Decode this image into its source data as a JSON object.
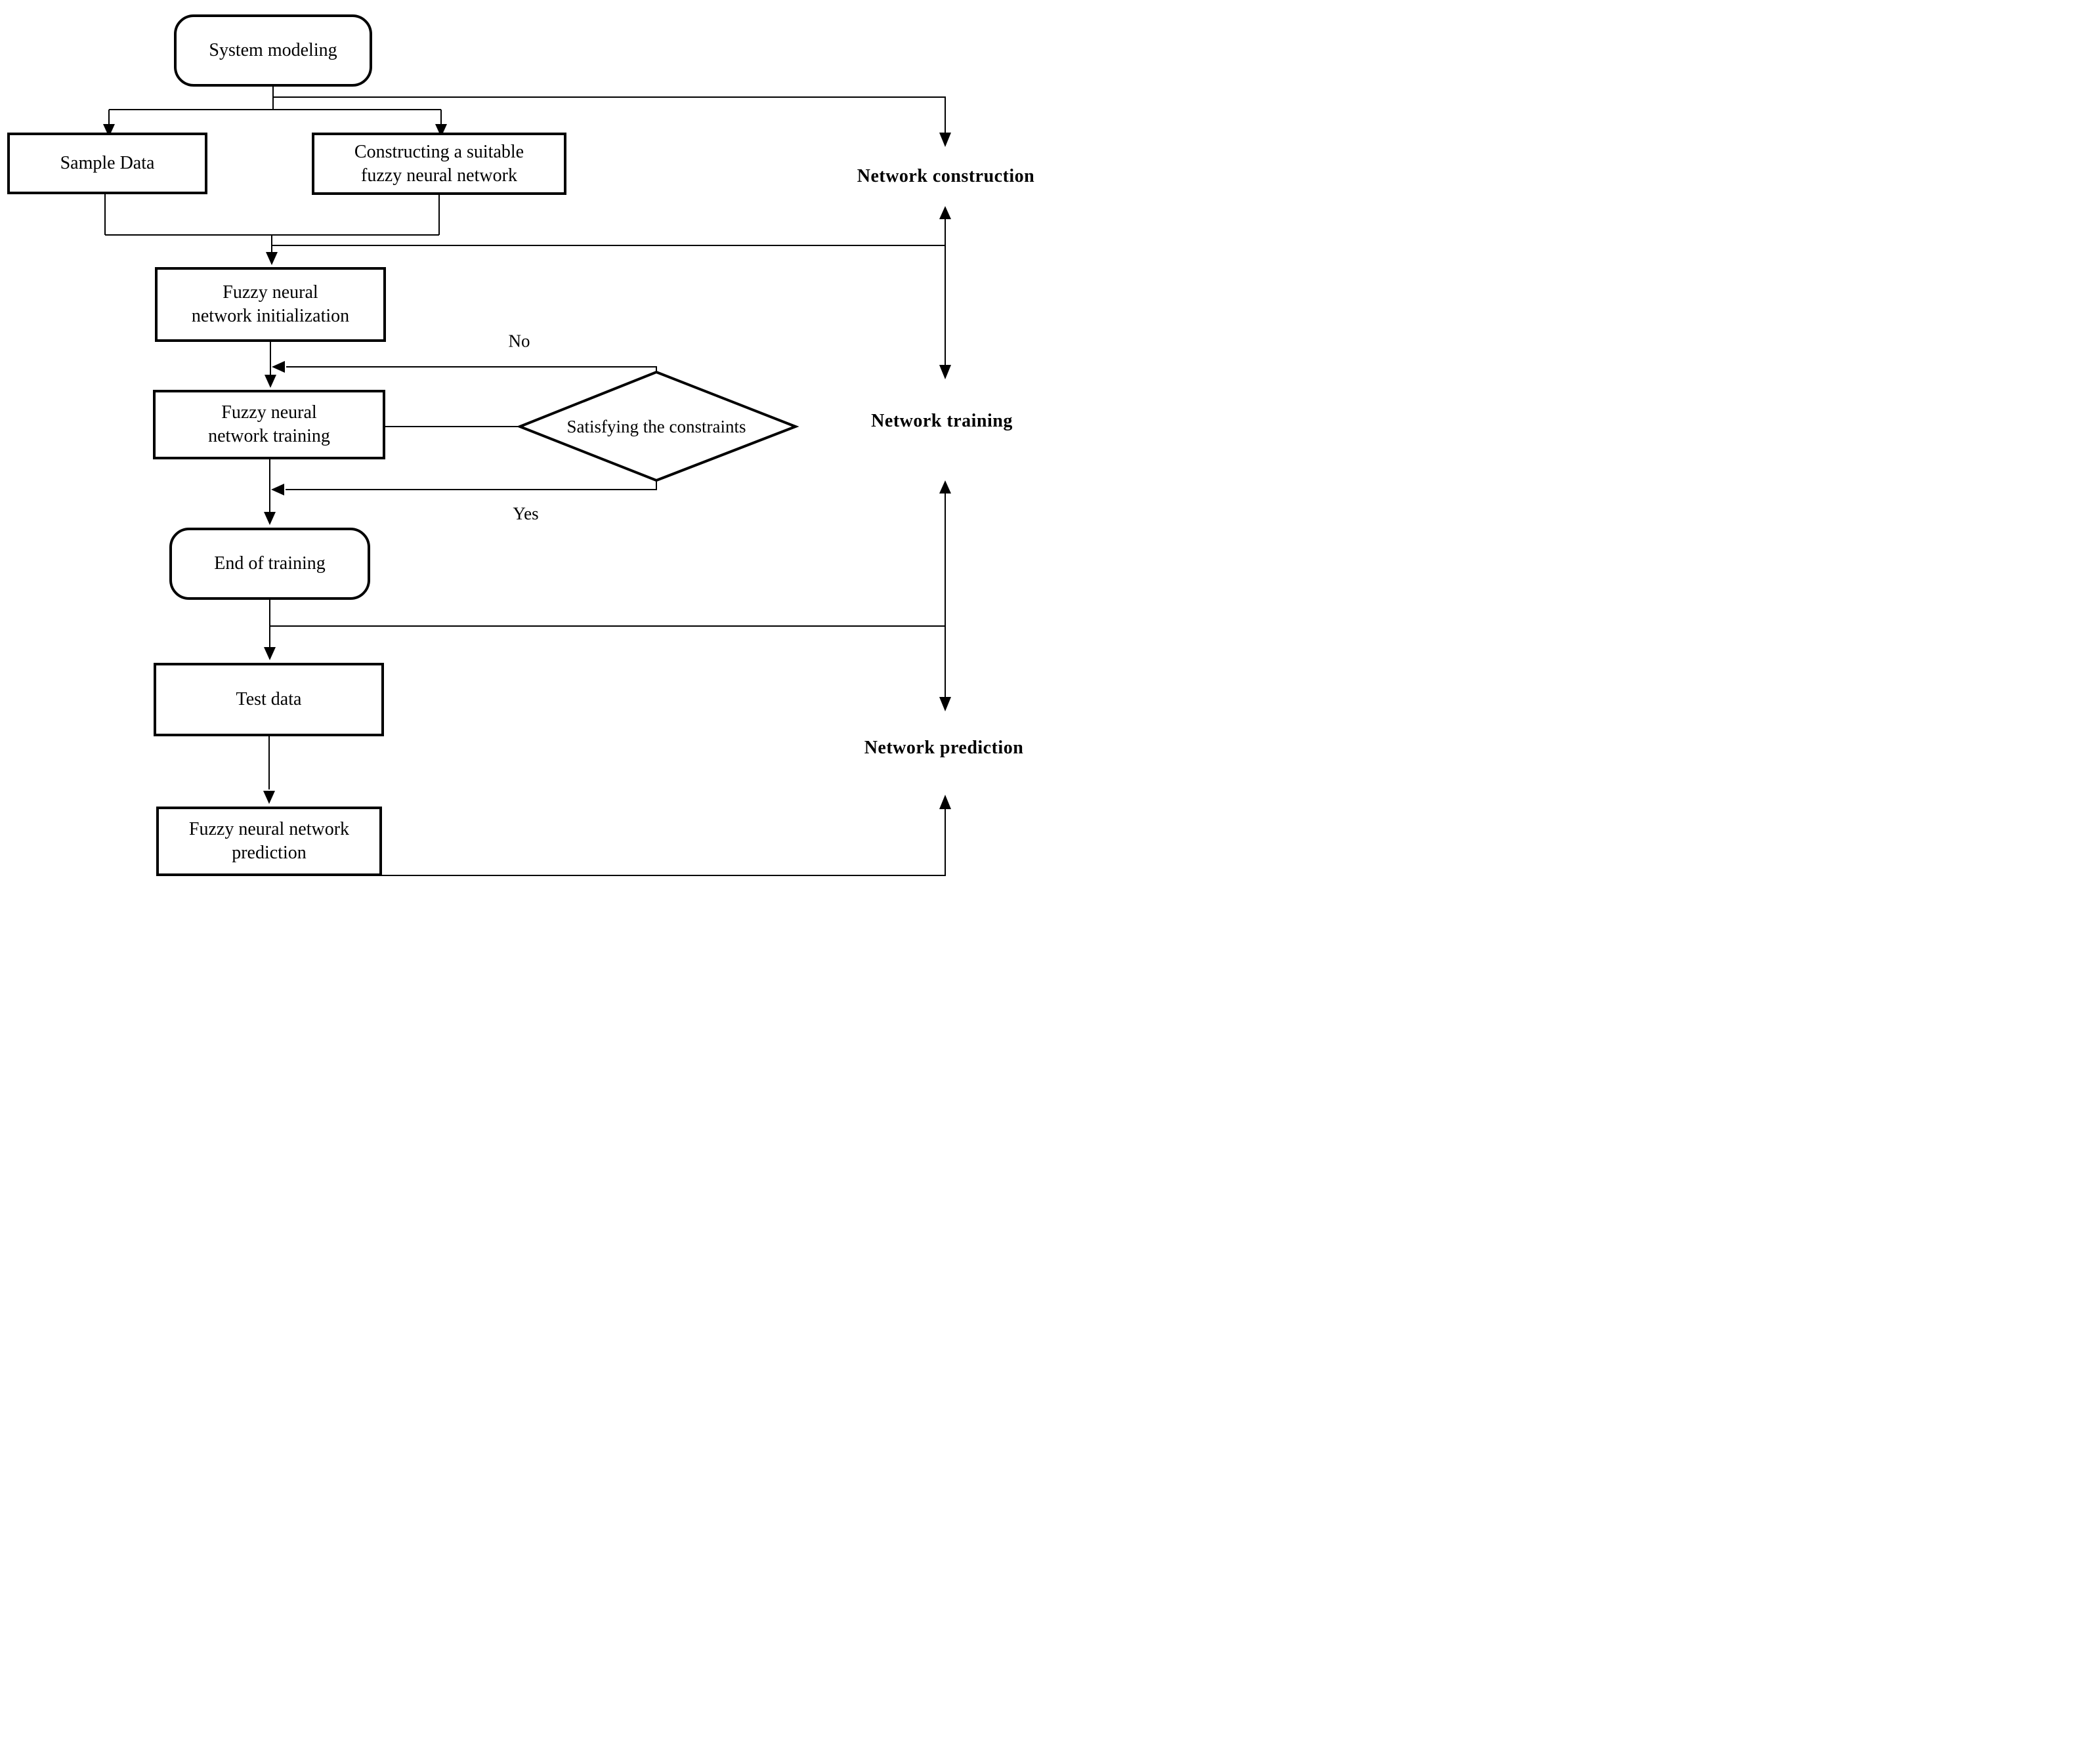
{
  "nodes": {
    "system_modeling": {
      "label": "System modeling",
      "lines": [
        "System modeling"
      ]
    },
    "sample_data": {
      "label": "Sample Data",
      "lines": [
        "Sample Data"
      ]
    },
    "construct_fnn": {
      "label": "Constructing a suitable fuzzy neural network",
      "lines": [
        "Constructing a suitable",
        "fuzzy neural network"
      ]
    },
    "fnn_initialization": {
      "label": "Fuzzy neural network initialization",
      "lines": [
        "Fuzzy neural",
        "network initialization"
      ]
    },
    "fnn_training": {
      "label": "Fuzzy neural network training",
      "lines": [
        "Fuzzy neural",
        "network training"
      ]
    },
    "constraints_decision": {
      "label": "Satisfying the constraints",
      "lines": [
        "Satisfying the constraints"
      ]
    },
    "end_of_training": {
      "label": "End of training",
      "lines": [
        "End of training"
      ]
    },
    "test_data": {
      "label": "Test data",
      "lines": [
        "Test data"
      ]
    },
    "fnn_prediction": {
      "label": "Fuzzy neural network prediction",
      "lines": [
        "Fuzzy neural network",
        "prediction"
      ]
    }
  },
  "edge_labels": {
    "no": "No",
    "yes": "Yes"
  },
  "section_labels": {
    "construction": "Network construction",
    "training": "Network training",
    "prediction": "Network prediction"
  },
  "colors": {
    "ink": "#000000",
    "background": "#ffffff"
  }
}
